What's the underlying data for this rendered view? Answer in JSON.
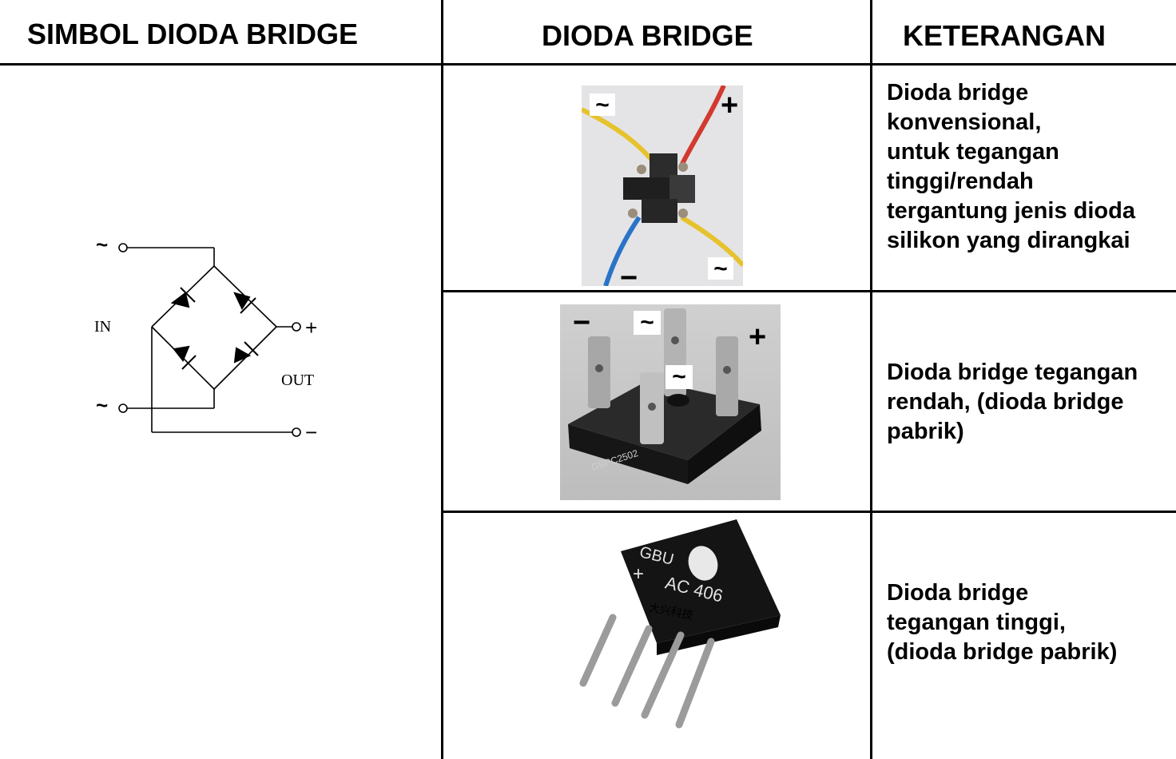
{
  "headers": {
    "symbol": "SIMBOL DIODA BRIDGE",
    "bridge": "DIODA BRIDGE",
    "info": "KETERANGAN"
  },
  "schematic": {
    "ac_top": "~",
    "ac_bottom": "~",
    "in_label": "IN",
    "out_label": "OUT",
    "plus": "+",
    "minus": "−"
  },
  "rows": [
    {
      "description_lines": [
        "Dioda bridge",
        "konvensional,",
        "untuk tegangan",
        "tinggi/rendah",
        "tergantung jenis dioda",
        "silikon yang dirangkai"
      ],
      "photo_labels": {
        "ac1": "~",
        "plus": "+",
        "minus": "−",
        "ac2": "~"
      }
    },
    {
      "description_lines": [
        "Dioda bridge tegangan",
        "rendah, (dioda bridge",
        "pabrik)"
      ],
      "photo_labels": {
        "minus": "−",
        "ac1": "~",
        "plus": "+",
        "ac2": "~"
      },
      "part_marking": "GBPC2502"
    },
    {
      "description_lines": [
        "Dioda bridge",
        "tegangan tinggi,",
        "(dioda bridge pabrik)"
      ],
      "part_marking": {
        "line1": "GBU",
        "line2": "AC 406",
        "plus": "+",
        "maker": "大兴科技"
      }
    }
  ]
}
